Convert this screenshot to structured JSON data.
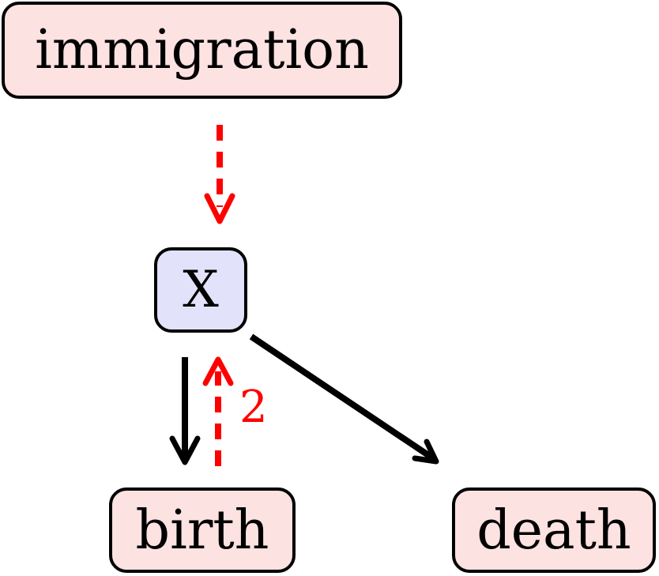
{
  "nodes": {
    "immigration": "immigration",
    "x": "X",
    "birth": "birth",
    "death": "death"
  },
  "edge_labels": {
    "birth_to_x": "2"
  },
  "colors": {
    "reaction_fill": "#fde2e2",
    "species_fill": "#e2e2fb",
    "stroke": "#000000",
    "product_edge": "#ff0000"
  }
}
